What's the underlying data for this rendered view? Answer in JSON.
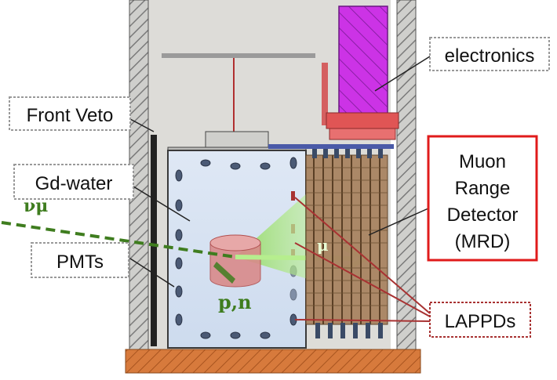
{
  "labels": {
    "electronics": "electronics",
    "front_veto": "Front Veto",
    "gd_water": "Gd-water",
    "pmts": "PMTs",
    "mrd_line1": "Muon",
    "mrd_line2": "Range",
    "mrd_line3": "Detector",
    "mrd_line4": "(MRD)",
    "lappds": "LAPPDs"
  },
  "particles": {
    "neutrino": "νμ",
    "muon": "μ",
    "nucleons": "p,n"
  },
  "colors": {
    "hall_fill": "#dcdcd8",
    "wall_hatch": "#7a7a7a",
    "tank_fill": "#d7e3f3",
    "tank_stroke": "#3a3a3a",
    "floor": "#d77a3c",
    "electronics_purple": "#cc33e6",
    "electronics_red": "#e05555",
    "mrd_brown": "#7a5a3a",
    "beam_green": "#3f7d1f",
    "cone_green": "#9be06a",
    "vertex_red": "#d98080",
    "lappd_line": "#a83232",
    "mrd_box_border": "#e01b1b"
  }
}
